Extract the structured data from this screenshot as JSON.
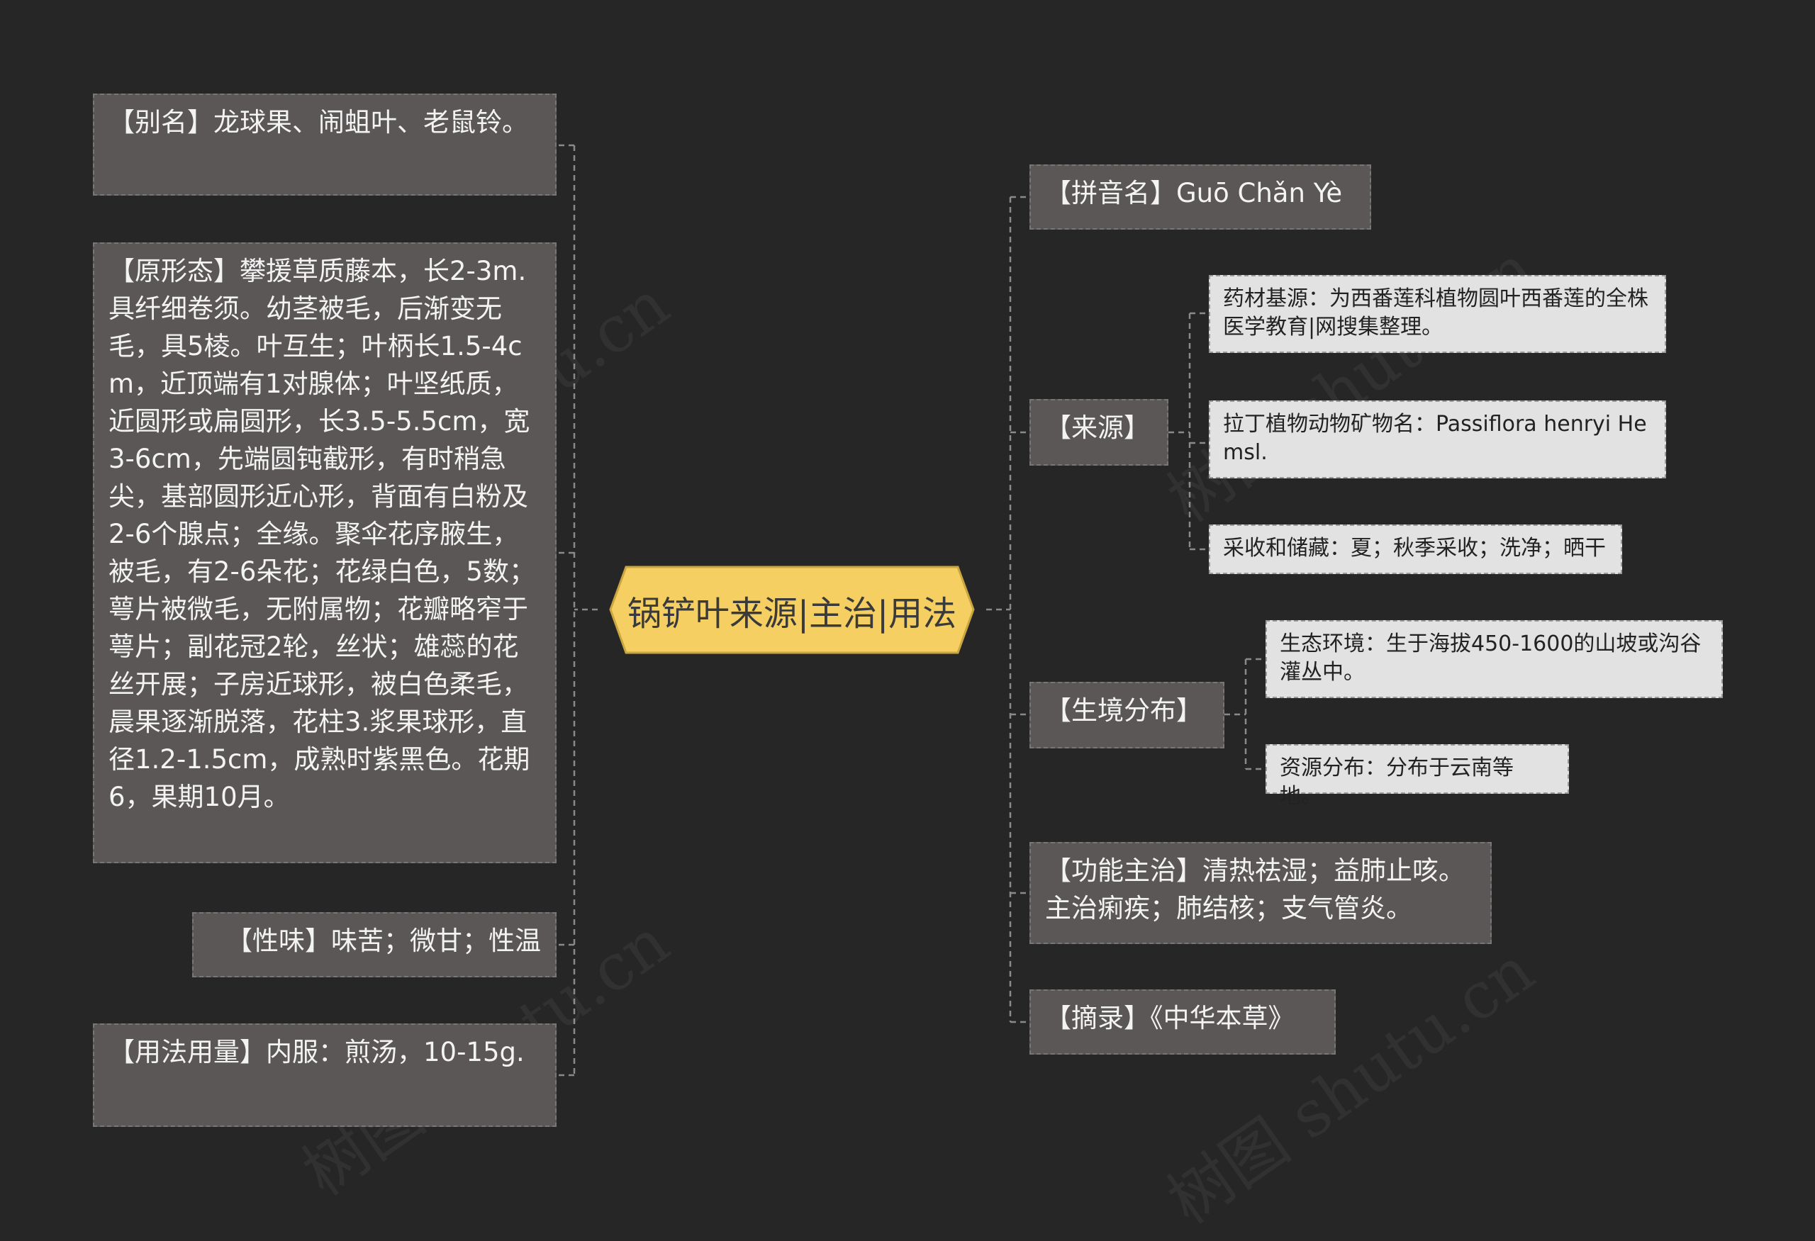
{
  "center": {
    "title": "锅铲叶来源|主治|用法"
  },
  "left": [
    {
      "text": "【别名】龙球果、闹蛆叶、老鼠铃。"
    },
    {
      "text": "【原形态】攀援草质藤本，长2-3m.具纤细卷须。幼茎被毛，后渐变无毛，具5棱。叶互生；叶柄长1.5-4cm，近顶端有1对腺体；叶坚纸质，近圆形或扁圆形，长3.5-5.5cm，宽3-6cm，先端圆钝截形，有时稍急尖，基部圆形近心形，背面有白粉及2-6个腺点；全缘。聚伞花序腋生，被毛，有2-6朵花；花绿白色，5数；萼片被微毛，无附属物；花瓣略窄于萼片；副花冠2轮，丝状；雄蕊的花丝开展；子房近球形，被白色柔毛，晨果逐渐脱落，花柱3.浆果球形，直径1.2-1.5cm，成熟时紫黑色。花期6，果期10月。"
    },
    {
      "text": "【性味】味苦；微甘；性温"
    },
    {
      "text": "【用法用量】内服：煎汤，10-15g."
    }
  ],
  "right": [
    {
      "text": "【拼音名】Guō Chǎn Yè"
    },
    {
      "text": "【来源】",
      "children": [
        {
          "text": "药材基源：为西番莲科植物圆叶西番莲的全株医学教育|网搜集整理。"
        },
        {
          "text": "拉丁植物动物矿物名：Passiflora henryi Hemsl."
        },
        {
          "text": "采收和储藏：夏；秋季采收；洗净；晒干"
        }
      ]
    },
    {
      "text": "【生境分布】",
      "children": [
        {
          "text": "生态环境：生于海拔450-1600的山坡或沟谷灌丛中。"
        },
        {
          "text": "资源分布：分布于云南等地。"
        }
      ]
    },
    {
      "text": "【功能主治】清热祛湿；益肺止咳。主治痢疾；肺结核；支气管炎。"
    },
    {
      "text": "【摘录】《中华本草》"
    }
  ],
  "watermark": "树图 shutu.cn",
  "colors": {
    "background": "#262626",
    "node": "#5a5756",
    "leaf": "#e2e2e2",
    "center": "#f5cf62"
  }
}
